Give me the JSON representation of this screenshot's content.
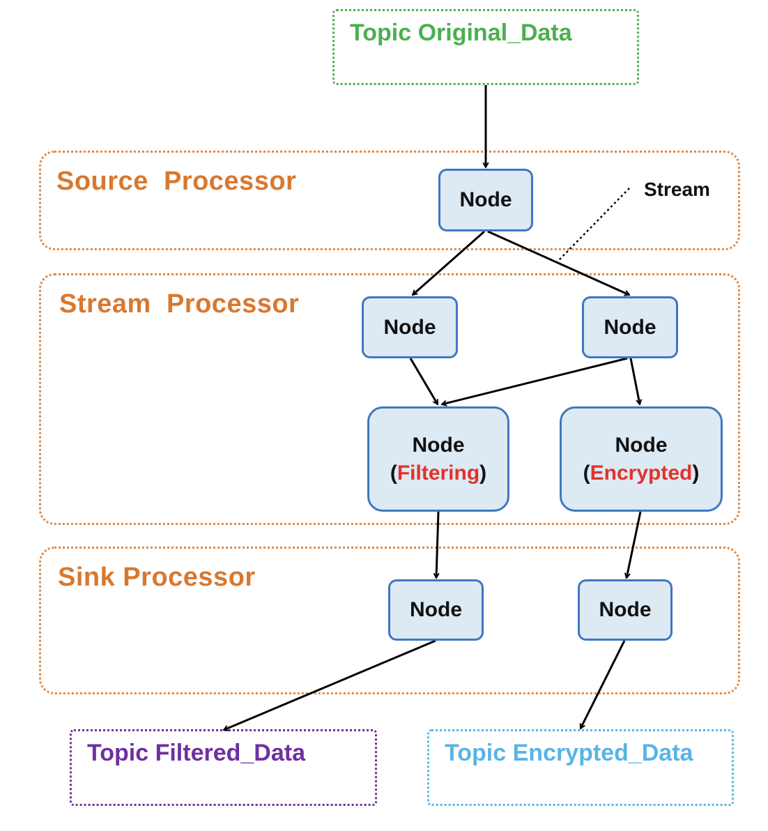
{
  "topics": {
    "original": {
      "label": "Topic Original_Data",
      "color": "#4caf50"
    },
    "filtered": {
      "label": "Topic Filtered_Data",
      "color": "#7030a0"
    },
    "encrypted": {
      "label": "Topic Encrypted_Data",
      "color": "#5ab4e5"
    }
  },
  "groups": {
    "source": {
      "label": "Source  Processor"
    },
    "stream": {
      "label": "Stream  Processor"
    },
    "sink": {
      "label": "Sink Processor"
    }
  },
  "nodes": {
    "source": {
      "label": "Node"
    },
    "stream_left": {
      "label": "Node"
    },
    "stream_right": {
      "label": "Node"
    },
    "filtering": {
      "label": "Node",
      "open": "(",
      "detail": "Filtering",
      "close": ")"
    },
    "encrypted": {
      "label": "Node",
      "open": "(",
      "detail": "Encrypted",
      "close": ")"
    },
    "sink_left": {
      "label": "Node"
    },
    "sink_right": {
      "label": "Node"
    }
  },
  "annotation": {
    "stream_label": "Stream"
  }
}
